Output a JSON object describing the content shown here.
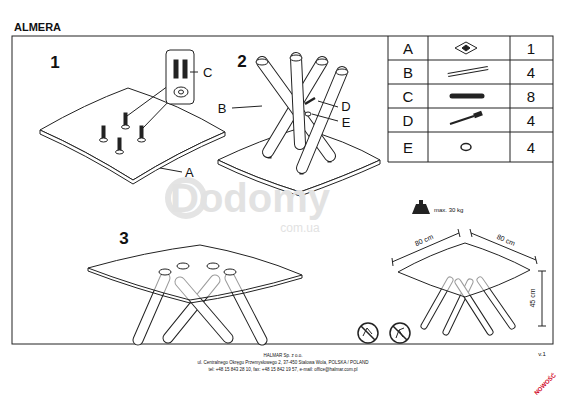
{
  "diagram": {
    "title": "ALMERA",
    "labels": [
      "1",
      "C",
      "A",
      "2",
      "B",
      "D",
      "E",
      "3",
      "A",
      "1",
      "B",
      "4",
      "C",
      "8",
      "D",
      "4",
      "E",
      "4",
      "max. 30 kg",
      "80 cm",
      "80 cm",
      "45 cm",
      "v.1",
      "HALMAR Sp. z o.o.",
      "ul. Centralnego Okręgu Przemysłowego 2, 37-450 Stalowa Wola, POLSKA / POLAND",
      "tel: +48 15 843 28 10, fax: +48 15 842 19 57, e-mail: office@halmar.com.pl",
      "Dodomy",
      "com.ua",
      "NOWOŚĆ"
    ]
  }
}
